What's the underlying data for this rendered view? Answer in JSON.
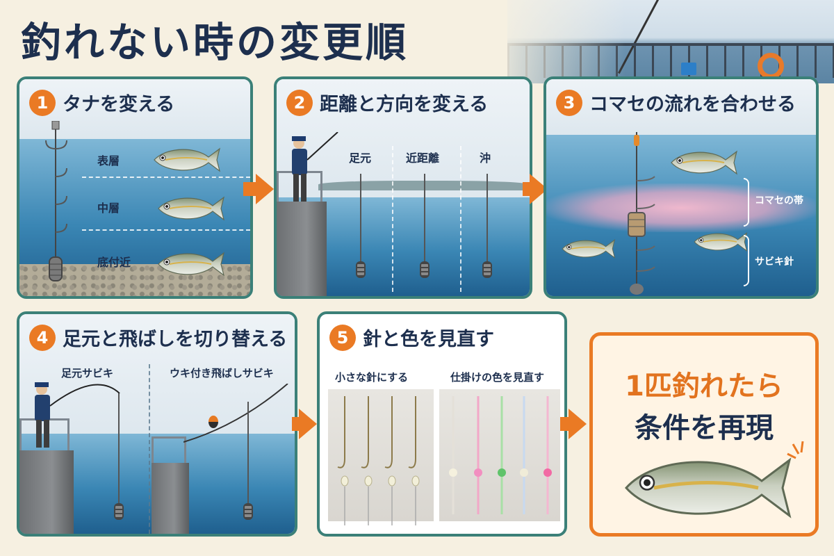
{
  "title": "釣れない時の変更順",
  "colors": {
    "accent": "#ea7a24",
    "navy": "#1d2f4e",
    "teal": "#3b8078",
    "water": "#3a86b4"
  },
  "steps": [
    {
      "num": "1",
      "label": "タナを変える",
      "layers": [
        "表層",
        "中層",
        "底付近"
      ]
    },
    {
      "num": "2",
      "label": "距離と方向を変える",
      "positions": [
        "足元",
        "近距離",
        "沖"
      ]
    },
    {
      "num": "3",
      "label": "コマセの流れを合わせる",
      "annotations": [
        "コマセの帯",
        "サビキ針"
      ]
    },
    {
      "num": "4",
      "label": "足元と飛ばしを切り替える",
      "methods": [
        "足元サビキ",
        "ウキ付き飛ばしサビキ"
      ]
    },
    {
      "num": "5",
      "label": "針と色を見直す",
      "options": [
        "小さな針にする",
        "仕掛けの色を見直す"
      ]
    }
  ],
  "final": {
    "line1": "1匹釣れたら",
    "line2": "条件を再現"
  },
  "icons": [
    "arrow-right-icon",
    "fish-icon",
    "sinker-icon",
    "angler-icon"
  ]
}
